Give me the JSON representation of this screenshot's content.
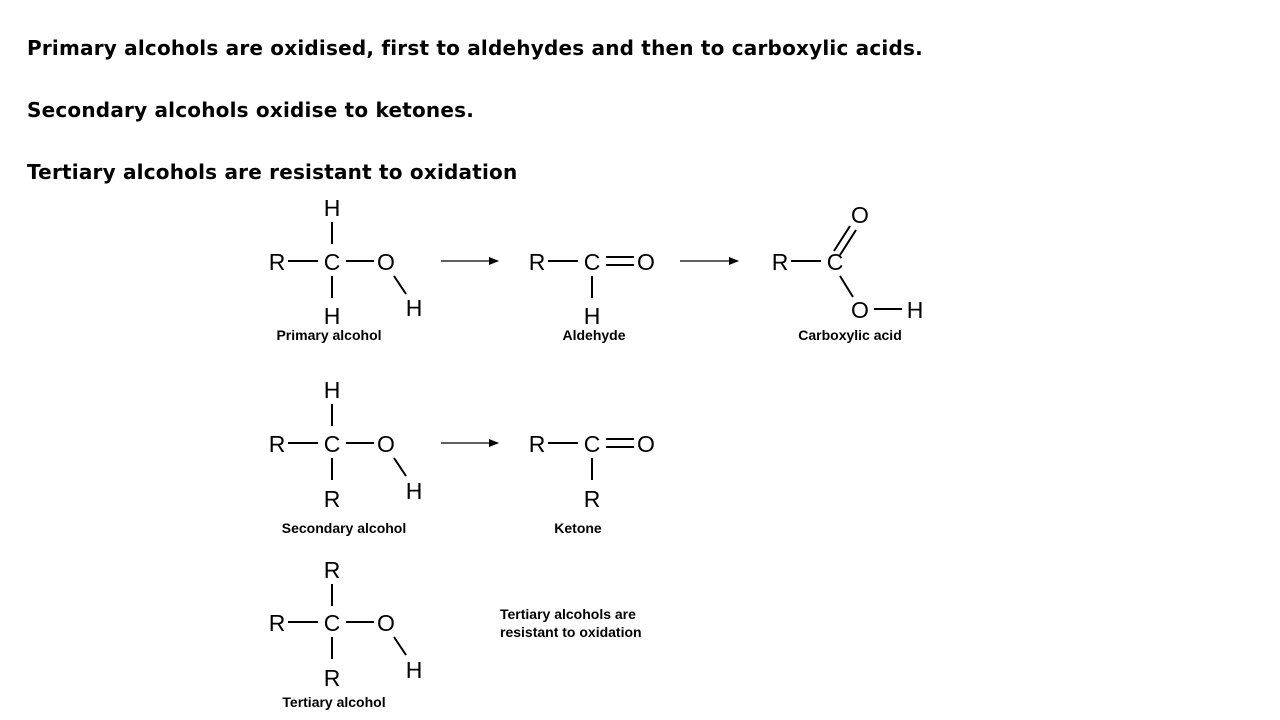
{
  "statements": {
    "primary": "Primary alcohols are oxidised, first to aldehydes and then to carboxylic acids.",
    "secondary": "Secondary alcohols oxidise to ketones.",
    "tertiary": "Tertiary alcohols are resistant to oxidation"
  },
  "atoms": {
    "R": "R",
    "C": "C",
    "O": "O",
    "H": "H"
  },
  "captions": {
    "primary_alcohol": "Primary alcohol",
    "aldehyde": "Aldehyde",
    "carboxylic_acid": "Carboxylic acid",
    "secondary_alcohol": "Secondary alcohol",
    "ketone": "Ketone",
    "tertiary_alcohol": "Tertiary alcohol"
  },
  "tertiary_note": {
    "line1": "Tertiary alcohols are",
    "line2": "resistant to oxidation"
  }
}
